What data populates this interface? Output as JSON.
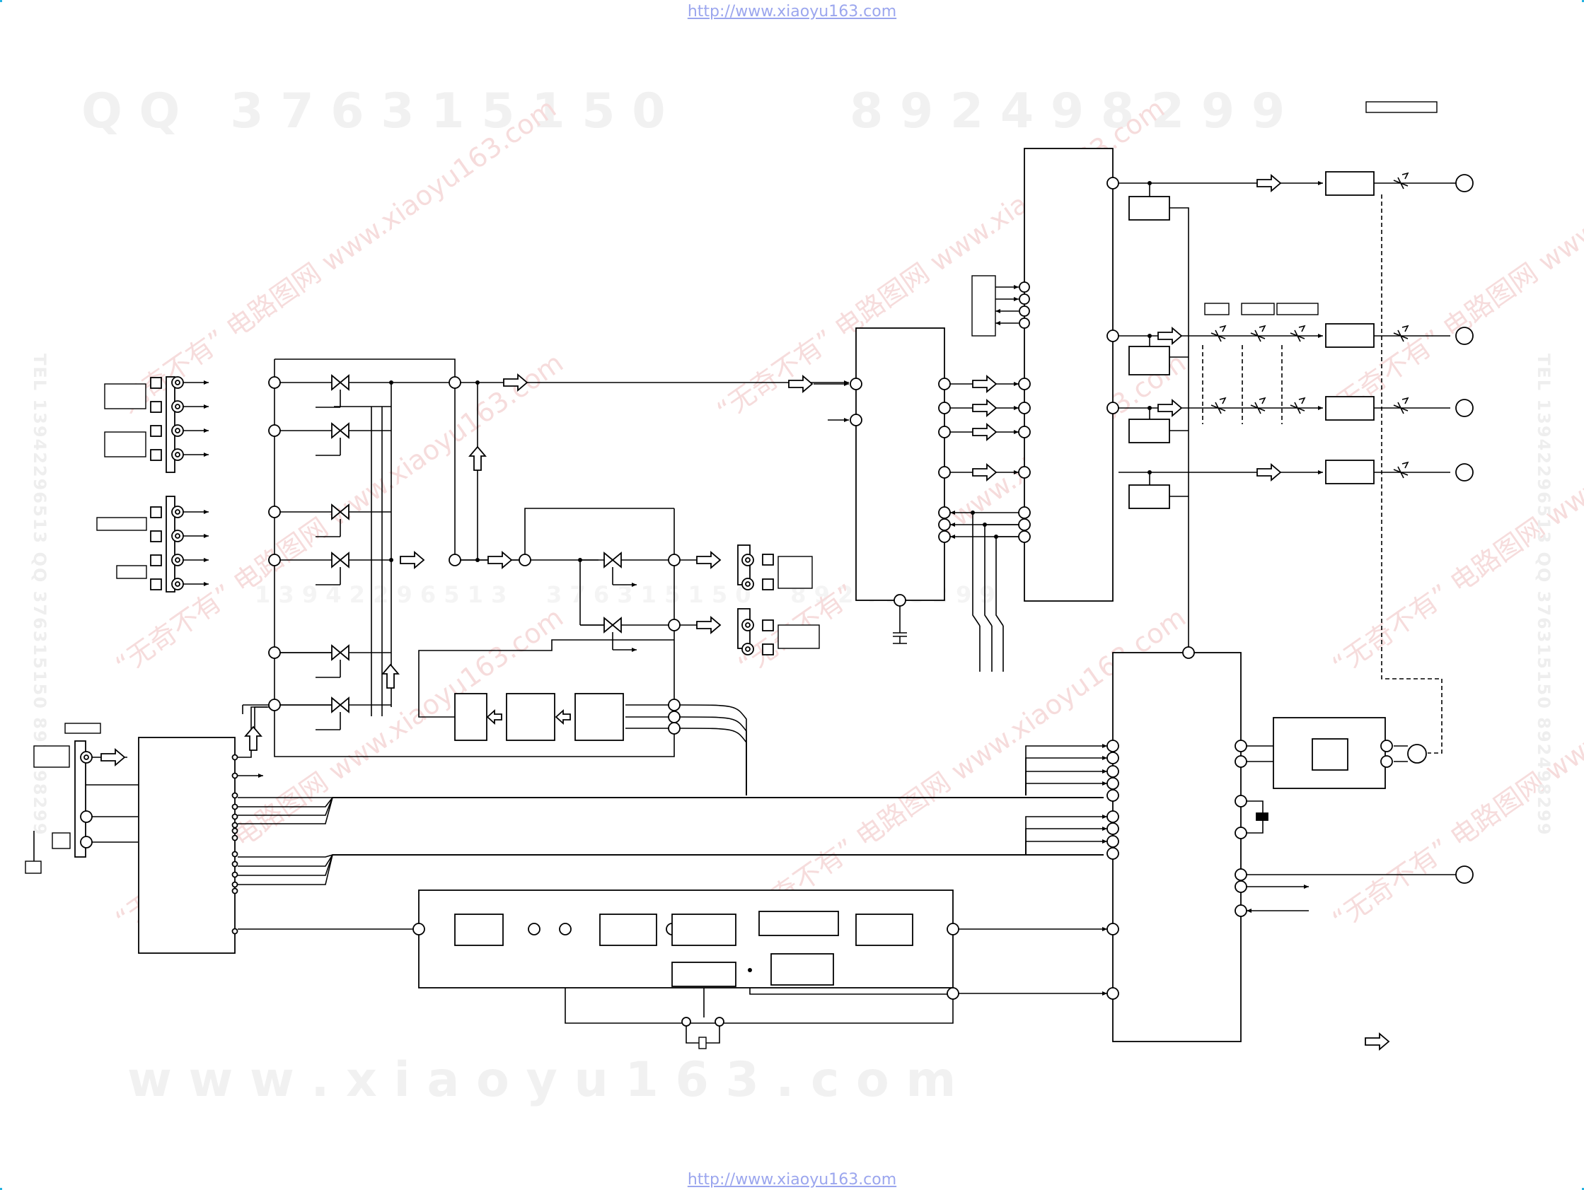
{
  "header": {
    "url_text": "http://www.xiaoyu163.com"
  },
  "footer": {
    "url_text": "http://www.xiaoyu163.com"
  },
  "watermarks": {
    "qq_line": "Q Q   3 7 6 3 1 5 1 5 0           8 9 2 4 9 8 2 9 9",
    "www_line": "w w w . x i a o y u 1 6 3 . c o m",
    "mid_line": "1 3 9 4 2 2 9 6 5 1 3     3 7 6 3 1 5 1 5 0     8 9 2 4 9 8 2 9 9",
    "diag_text": "“无奇不有” 电路图网 www.xiaoyu163.com",
    "vert_left": "TEL 13942296513  QQ 376315150  892498299",
    "vert_right": "TEL 13942296513  QQ 376315150  892498299"
  },
  "colors": {
    "line": "#000000",
    "url": "#9ba6ee",
    "watermark_red": "#f6dcdc",
    "watermark_gray": "#f1f1f1",
    "corner": "#23b2e0"
  }
}
